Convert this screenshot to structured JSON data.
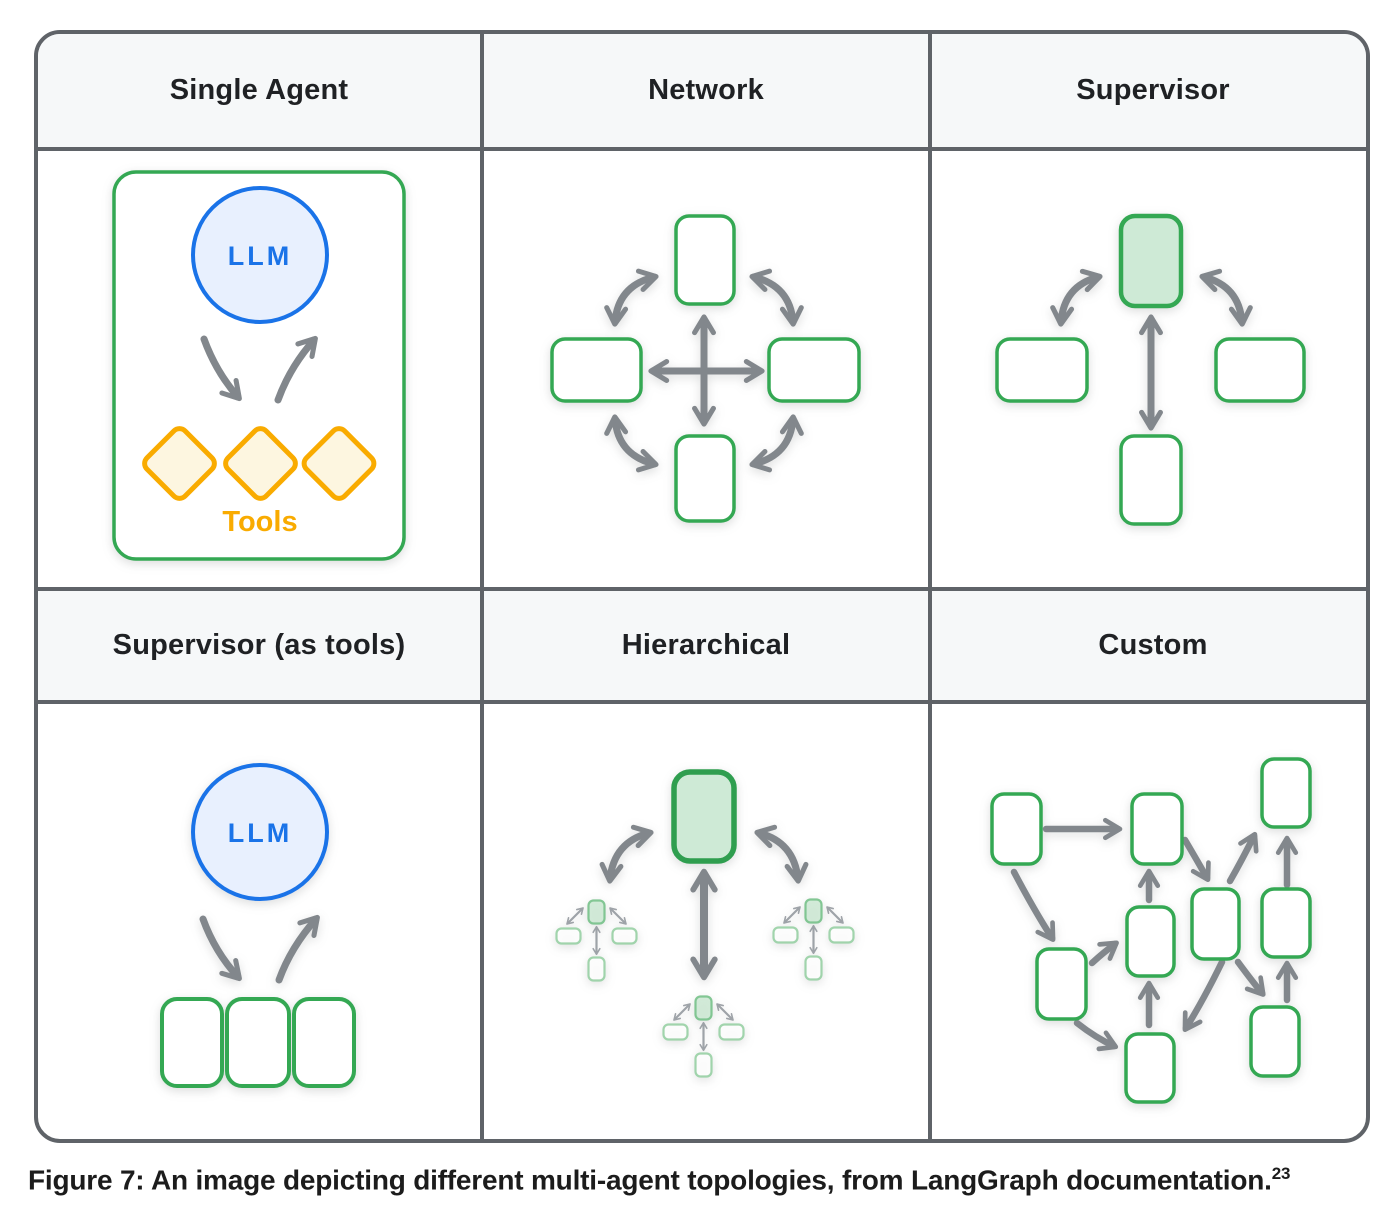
{
  "figure": {
    "caption": "Figure 7: An image depicting different multi-agent topologies, from LangGraph documentation.",
    "caption_superscript": "23"
  },
  "colors": {
    "frame_border": "#5f6368",
    "header_bg": "#f6f8f9",
    "cell_bg": "#ffffff",
    "agent_border": "#34a853",
    "agent_fill": "#ffffff",
    "supervisor_fill": "#ceead6",
    "llm_border": "#1a73e8",
    "llm_fill": "#e8f0fe",
    "llm_text": "#1a73e8",
    "tool_border": "#f9ab00",
    "tool_fill": "#fdf6e0",
    "arrow": "#82878c",
    "mini_arrow": "#8f949a",
    "header_text": "#1f2124",
    "caption_text": "#1c1c1c"
  },
  "cells": [
    {
      "title": "Single Agent",
      "llm_label": "LLM",
      "tools_label": "Tools",
      "structure": "one LLM circle linked by two arrows to a row of 3 tool diamonds inside a green container"
    },
    {
      "title": "Network",
      "structure": "4 agent boxes (top, left, right, bottom) fully connected with bidirectional arrows (central cross plus 4 diagonal arcs)"
    },
    {
      "title": "Supervisor",
      "structure": "green-highlighted supervisor box on top with bidirectional arrows to 3 agent boxes (left, right, bottom)"
    },
    {
      "title": "Supervisor (as tools)",
      "llm_label": "LLM",
      "structure": "LLM circle linked by two arrows to a row of 3 agent boxes used as tools"
    },
    {
      "title": "Hierarchical",
      "structure": "large green supervisor box with bidirectional arrows to 3 small supervisor sub-teams, each sub-team a mini supervisor topology of 4 boxes"
    },
    {
      "title": "Custom",
      "structure": "9 agent boxes connected by directed arrows in a custom graph"
    }
  ]
}
